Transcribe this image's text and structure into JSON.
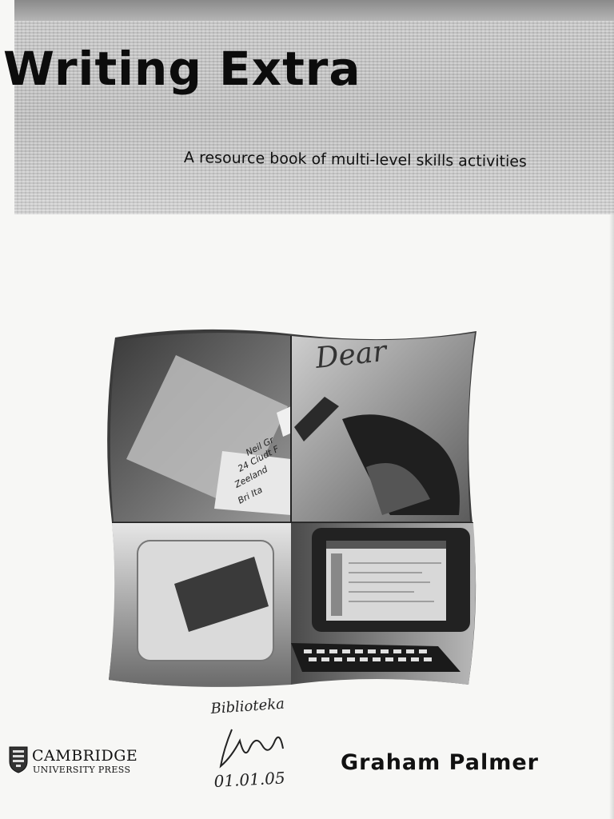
{
  "cover": {
    "title": "Writing Extra",
    "subtitle": "A resource book of multi-level skills activities",
    "author": "Graham Palmer",
    "publisher": {
      "name": "CAMBRIDGE",
      "subline": "UNIVERSITY PRESS",
      "shield_icon": "university-shield-icon"
    },
    "artwork": {
      "dear_text": "Dear",
      "address_lines": [
        "Neil Gr",
        "24 Ciudt F",
        "Zeeland",
        "Bri Ita"
      ]
    },
    "stamp": {
      "library_note": "Biblioteka",
      "date": "01.01.05"
    }
  },
  "colors": {
    "banner": "#c4c4c4",
    "ink": "#111111",
    "paper": "#f7f7f5"
  }
}
